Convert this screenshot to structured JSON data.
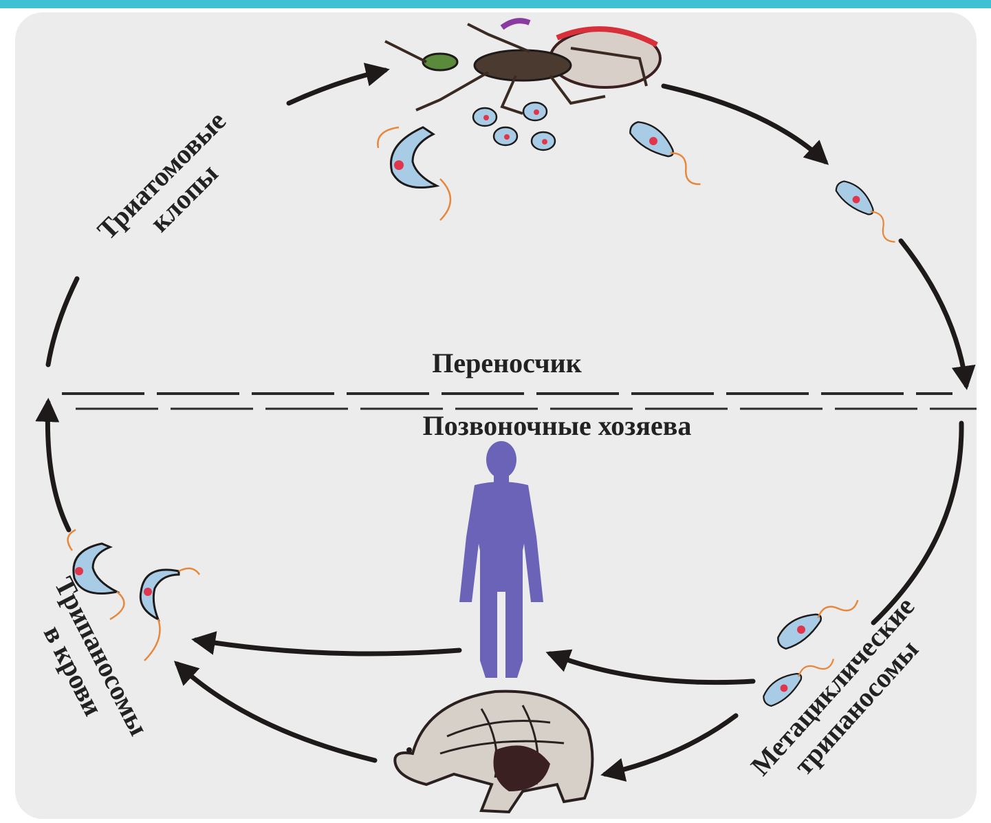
{
  "labels": {
    "vector": "Переносчик",
    "vertebrate_hosts": "Позвоночные хозяева",
    "triatomine_line1": "Триатомовые",
    "triatomine_line2": "клопы",
    "blood_line1": "Трипаносомы",
    "blood_line2": "в крови",
    "meta_line1": "Метациклические",
    "meta_line2": "трипаносомы"
  },
  "colors": {
    "accent_bar": "#3ec1d3",
    "background": "#ececec",
    "arrow": "#1f1a1a",
    "human": "#6b63b8",
    "parasite_body": "#a9cce6",
    "parasite_nucleus": "#e0354a",
    "flagellum": "#e8873a"
  },
  "icons": [
    "triatomine-bug-icon",
    "human-silhouette-icon",
    "armadillo-icon",
    "trypanosome-icon"
  ]
}
